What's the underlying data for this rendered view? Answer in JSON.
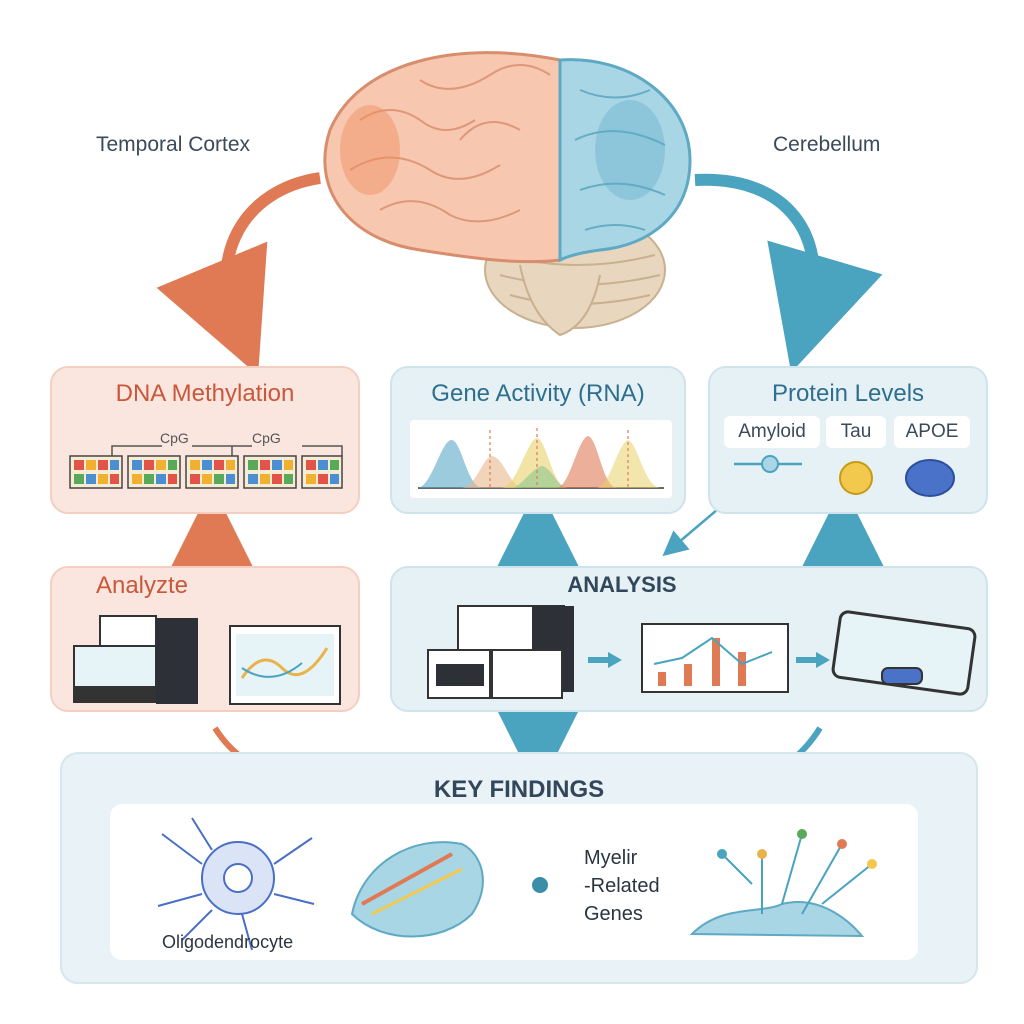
{
  "regions": {
    "left": "Temporal Cortex",
    "right": "Cerebellum"
  },
  "panels": {
    "methylation": {
      "title": "DNA Methylation",
      "cpg_labels": [
        "CpG",
        "CpG"
      ]
    },
    "rna": {
      "title": "Gene Activity (RNA)"
    },
    "protein": {
      "title": "Protein Levels",
      "items": [
        "Amyloid",
        "Tau",
        "APOE"
      ]
    },
    "analyze": {
      "title": "Analyzte"
    },
    "analysis": {
      "title": "ANALYSIS"
    },
    "findings": {
      "title": "KEY FINDINGS",
      "cell_label": "Oligodendrocyte",
      "genes_label": [
        "Myelir",
        "-Related",
        "Genes"
      ]
    }
  },
  "colors": {
    "orange": "#e07a55",
    "teal": "#4aa3bf",
    "methylation_bg": "#fbe6df",
    "blue_bg": "#e6f1f6",
    "findings_bg": "#e8f2f7"
  }
}
